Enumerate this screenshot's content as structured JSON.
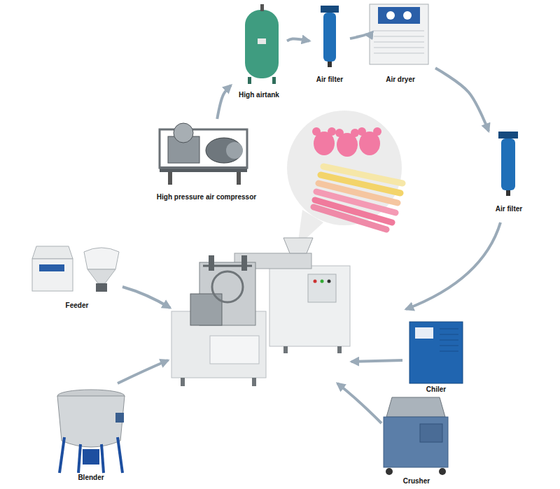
{
  "diagram": {
    "nodes": [
      {
        "text": [
          "High airtank"
        ]
      },
      {
        "text": [
          "Air filter"
        ]
      },
      {
        "text": [
          "Air dryer"
        ]
      },
      {
        "text": [
          "High pressure air compressor"
        ]
      },
      {
        "text": [
          "Air filter"
        ]
      },
      {
        "text": [
          "Feeder"
        ]
      },
      {
        "text": [
          "Chiler"
        ]
      },
      {
        "text": [
          "Blender"
        ]
      },
      {
        "text": [
          "Crusher"
        ]
      }
    ],
    "edges": [
      {
        "from": 3,
        "to": 0,
        "arrow": "to"
      },
      {
        "from": 0,
        "to": 1,
        "arrow": "to"
      },
      {
        "from": 1,
        "to": 2,
        "arrow": "to"
      },
      {
        "from": 2,
        "to": 4,
        "arrow": "to"
      }
    ]
  }
}
